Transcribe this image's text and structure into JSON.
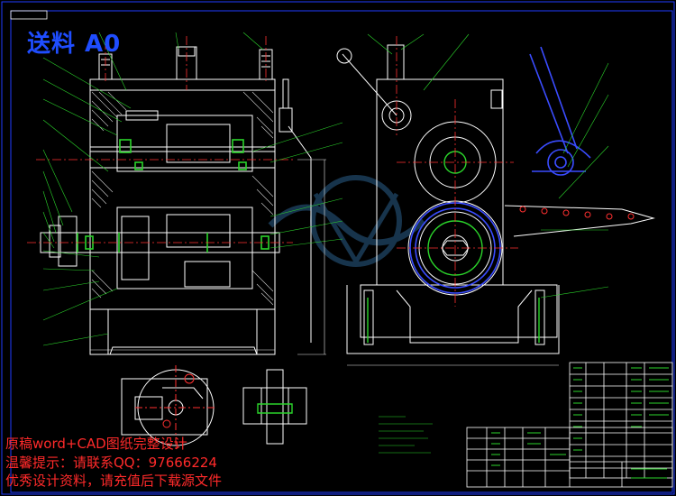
{
  "drawing": {
    "title": "送料 A0",
    "colors": {
      "background": "#000000",
      "outline": "#ffffff",
      "border": "#1f3cff",
      "section": "#2bd52b",
      "centerline": "#ff3030",
      "leader": "#2bd52b",
      "dimension": "#e8e8e8",
      "watermark": "#2b5f8a"
    },
    "icons": [
      "feed-roller-assembly-section",
      "side-view-housing",
      "detail-crank",
      "detail-key",
      "title-block-table"
    ]
  },
  "watermark_overlay": {
    "line1": "原稿word+CAD图纸完整设计",
    "line2": "温馨提示：请联系QQ：97666224",
    "line3": "优秀设计资料，请充值后下载源文件",
    "color": "#ff2a2a"
  }
}
